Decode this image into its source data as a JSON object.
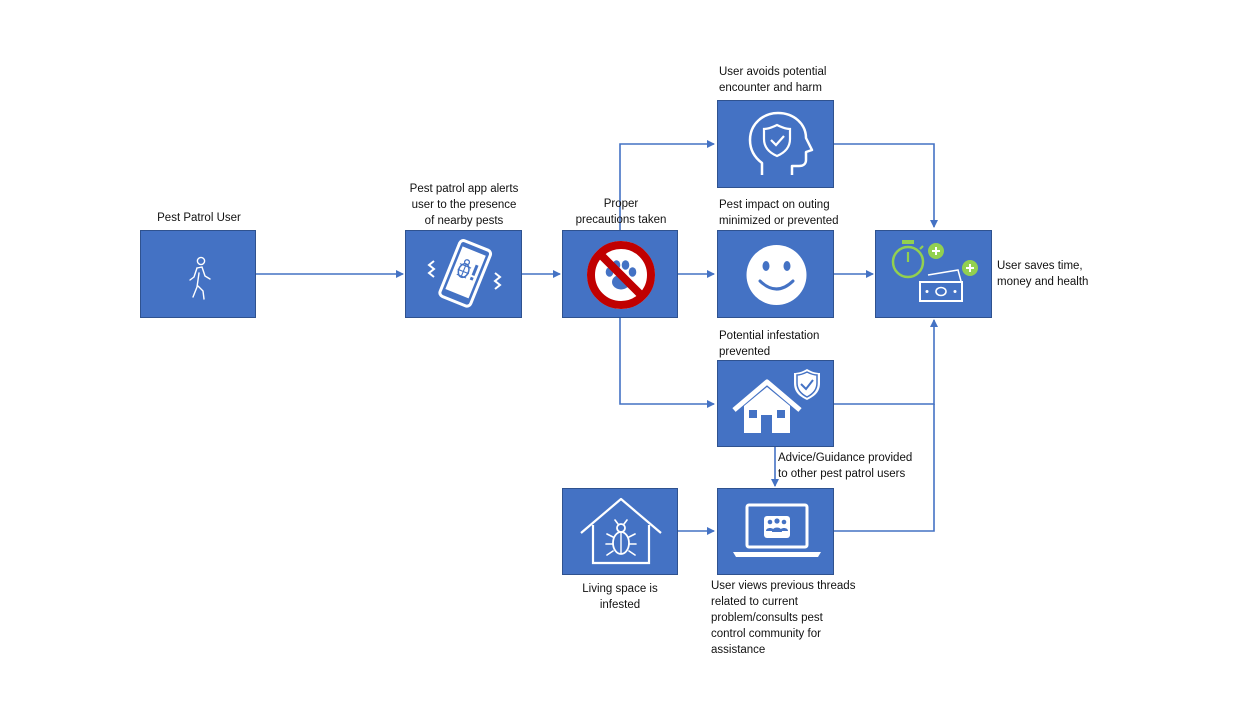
{
  "colors": {
    "box_fill": "#4472c4",
    "box_border": "#2f528f",
    "connector": "#4472c4",
    "prohibit_red": "#c00000",
    "timer_green": "#92d050",
    "money_green": "#92d050"
  },
  "nodes": {
    "pest_patrol_user": {
      "label": "Pest Patrol User",
      "icon": "walking-person-icon"
    },
    "app_alerts": {
      "label_lines": [
        "Pest patrol app alerts",
        "user to the presence",
        "of nearby pests"
      ],
      "icon": "phone-with-bug-alert-icon"
    },
    "precautions": {
      "label_lines": [
        "Proper",
        "precautions taken"
      ],
      "icon": "no-pets-icon"
    },
    "avoids_encounter": {
      "label_lines": [
        "User avoids potential",
        "encounter and harm"
      ],
      "icon": "head-with-shield-icon"
    },
    "impact_minimized": {
      "label_lines": [
        "Pest impact on outing",
        "minimized or prevented"
      ],
      "icon": "smiley-face-icon"
    },
    "infestation_prevented": {
      "label_lines": [
        "Potential infestation",
        "prevented"
      ],
      "icon": "house-with-shield-icon"
    },
    "saves": {
      "label_lines": [
        "User saves time,",
        "money and health"
      ],
      "icon": "stopwatch-and-money-icon"
    },
    "advice": {
      "label_lines": [
        "Advice/Guidance provided",
        "to other pest patrol users"
      ]
    },
    "views_threads": {
      "label_lines": [
        "User views previous threads",
        "related to current",
        "problem/consults pest",
        "control community for",
        "assistance"
      ],
      "icon": "laptop-community-icon"
    },
    "living_infested": {
      "label_lines": [
        "Living space is",
        "infested"
      ],
      "icon": "house-with-bug-icon"
    }
  }
}
